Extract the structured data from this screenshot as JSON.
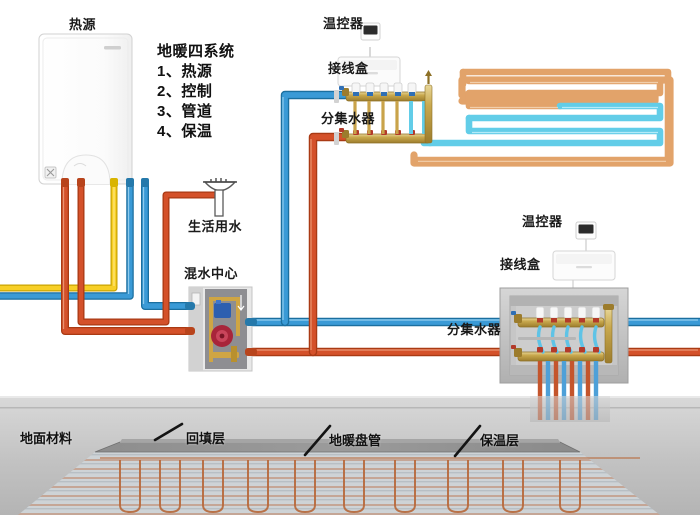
{
  "diagram": {
    "title_block": {
      "heading": "地暖四系统",
      "items": [
        "1、热源",
        "2、控制",
        "3、管道",
        "4、保温"
      ]
    },
    "labels": {
      "heat_source": "热源",
      "domestic_water": "生活用水",
      "mixing_center": "混水中心",
      "thermostat_top": "温控器",
      "junction_box_top": "接线盒",
      "manifold_top": "分集水器",
      "thermostat_bottom": "温控器",
      "junction_box_bottom": "接线盒",
      "manifold_bottom": "分集水器"
    },
    "floor_section": {
      "floor_material": "地面材料",
      "backfill_layer": "回填层",
      "heating_coil": "地暖盘管",
      "insulation_layer": "保温层"
    },
    "colors": {
      "hot_pipe": "#d4512a",
      "cold_pipe": "#2e95d3",
      "gas_pipe": "#f2c200",
      "coil_warm": "#e2a36a",
      "coil_cool": "#62cde8",
      "wall_bg": "#c9c9c9",
      "floor_slab": "#8a8a8a",
      "boiler_body": "#fdfdfd",
      "brass": "#c8a34a",
      "box_frame": "#b9b9b9"
    },
    "pipe_runs": {
      "boiler_outlets": [
        "hot",
        "hot",
        "gas",
        "cold",
        "cold"
      ],
      "manifold_bottom_drops": [
        "hot",
        "cold",
        "hot",
        "cold",
        "hot",
        "cold",
        "hot",
        "cold"
      ]
    }
  }
}
